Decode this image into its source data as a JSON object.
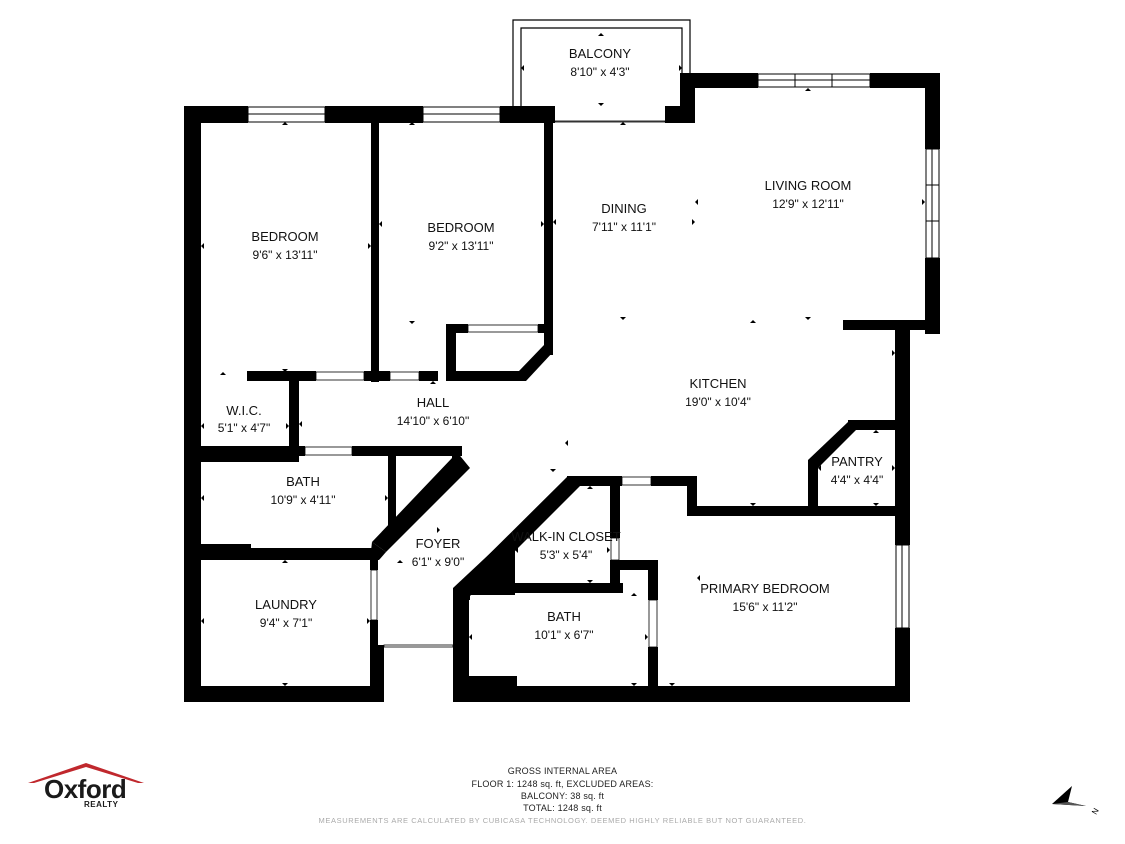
{
  "rooms": [
    {
      "id": "balcony",
      "name": "BALCONY",
      "dim": "8'10\" x 4'3\""
    },
    {
      "id": "bedroom-1",
      "name": "BEDROOM",
      "dim": "9'6\" x 13'11\""
    },
    {
      "id": "bedroom-2",
      "name": "BEDROOM",
      "dim": "9'2\" x 13'11\""
    },
    {
      "id": "dining",
      "name": "DINING",
      "dim": "7'11\" x 11'1\""
    },
    {
      "id": "living-room",
      "name": "LIVING ROOM",
      "dim": "12'9\" x 12'11\""
    },
    {
      "id": "kitchen",
      "name": "KITCHEN",
      "dim": "19'0\" x 10'4\""
    },
    {
      "id": "wic",
      "name": "W.I.C.",
      "dim": "5'1\" x 4'7\""
    },
    {
      "id": "hall",
      "name": "HALL",
      "dim": "14'10\" x 6'10\""
    },
    {
      "id": "bath-1",
      "name": "BATH",
      "dim": "10'9\" x 4'11\""
    },
    {
      "id": "pantry",
      "name": "PANTRY",
      "dim": "4'4\" x 4'4\""
    },
    {
      "id": "foyer",
      "name": "FOYER",
      "dim": "6'1\" x 9'0\""
    },
    {
      "id": "walk-in-closet",
      "name": "WALK-IN CLOSET",
      "dim": "5'3\" x 5'4\""
    },
    {
      "id": "laundry",
      "name": "LAUNDRY",
      "dim": "9'4\" x 7'1\""
    },
    {
      "id": "bath-2",
      "name": "BATH",
      "dim": "10'1\" x 6'7\""
    },
    {
      "id": "primary-bedroom",
      "name": "PRIMARY BEDROOM",
      "dim": "15'6\" x 11'2\""
    }
  ],
  "area": {
    "heading": "GROSS INTERNAL AREA",
    "line1": "FLOOR 1: 1248 sq. ft, EXCLUDED AREAS:",
    "line2": "BALCONY: 38 sq. ft",
    "line3": "TOTAL: 1248 sq. ft"
  },
  "disclaimer": "MEASUREMENTS ARE CALCULATED BY CUBICASA TECHNOLOGY. DEEMED HIGHLY RELIABLE BUT NOT GUARANTEED.",
  "logo": {
    "brand": "Oxford",
    "sub": "REALTY"
  },
  "compass": {
    "label": "N"
  },
  "colors": {
    "wall": "#000000",
    "roof": "#c0282d",
    "logo_text": "#1a1a1a",
    "window": "#ffffff"
  }
}
